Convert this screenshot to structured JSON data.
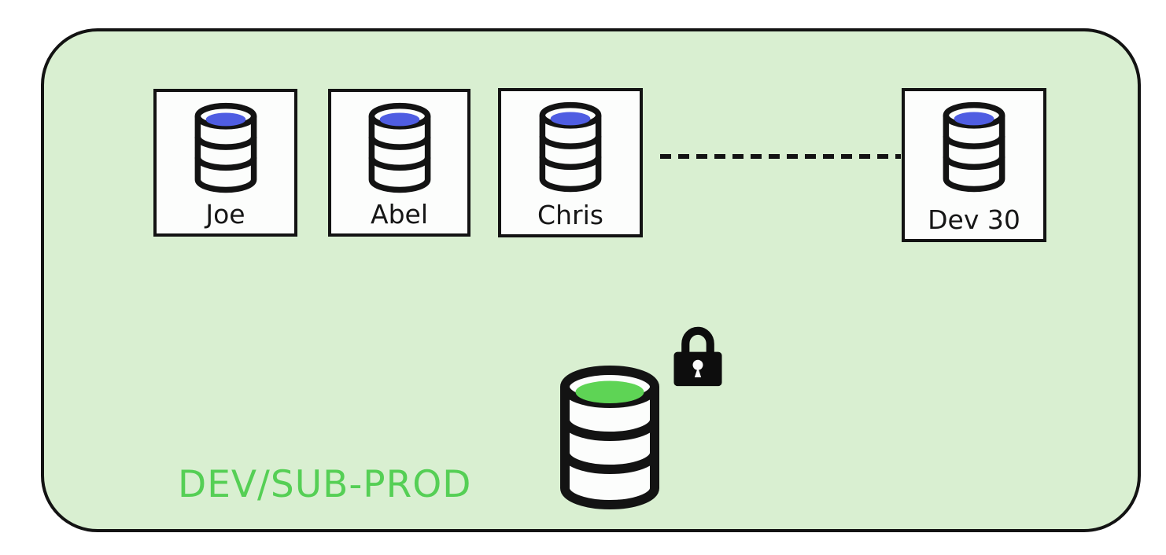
{
  "zone": {
    "label": "DEV/SUB-PROD",
    "label_color": "#55cf55",
    "fill": "#d9efd1",
    "border_color": "#131313"
  },
  "nodes": [
    {
      "label": "Joe",
      "icon": "database-icon",
      "db_top_color": "#4f5de2"
    },
    {
      "label": "Abel",
      "icon": "database-icon",
      "db_top_color": "#4f5de2"
    },
    {
      "label": "Chris",
      "icon": "database-icon",
      "db_top_color": "#4f5de2"
    },
    {
      "label": "Dev 30",
      "icon": "database-icon",
      "db_top_color": "#4f5de2"
    }
  ],
  "central_database": {
    "icon": "database-icon",
    "db_top_color": "#5ed455",
    "lock_icon": "lock-icon",
    "lock_color": "#0d0d0d"
  },
  "connector": {
    "style": "dashed",
    "color": "#131313",
    "from": "Chris",
    "to": "Dev 30"
  }
}
